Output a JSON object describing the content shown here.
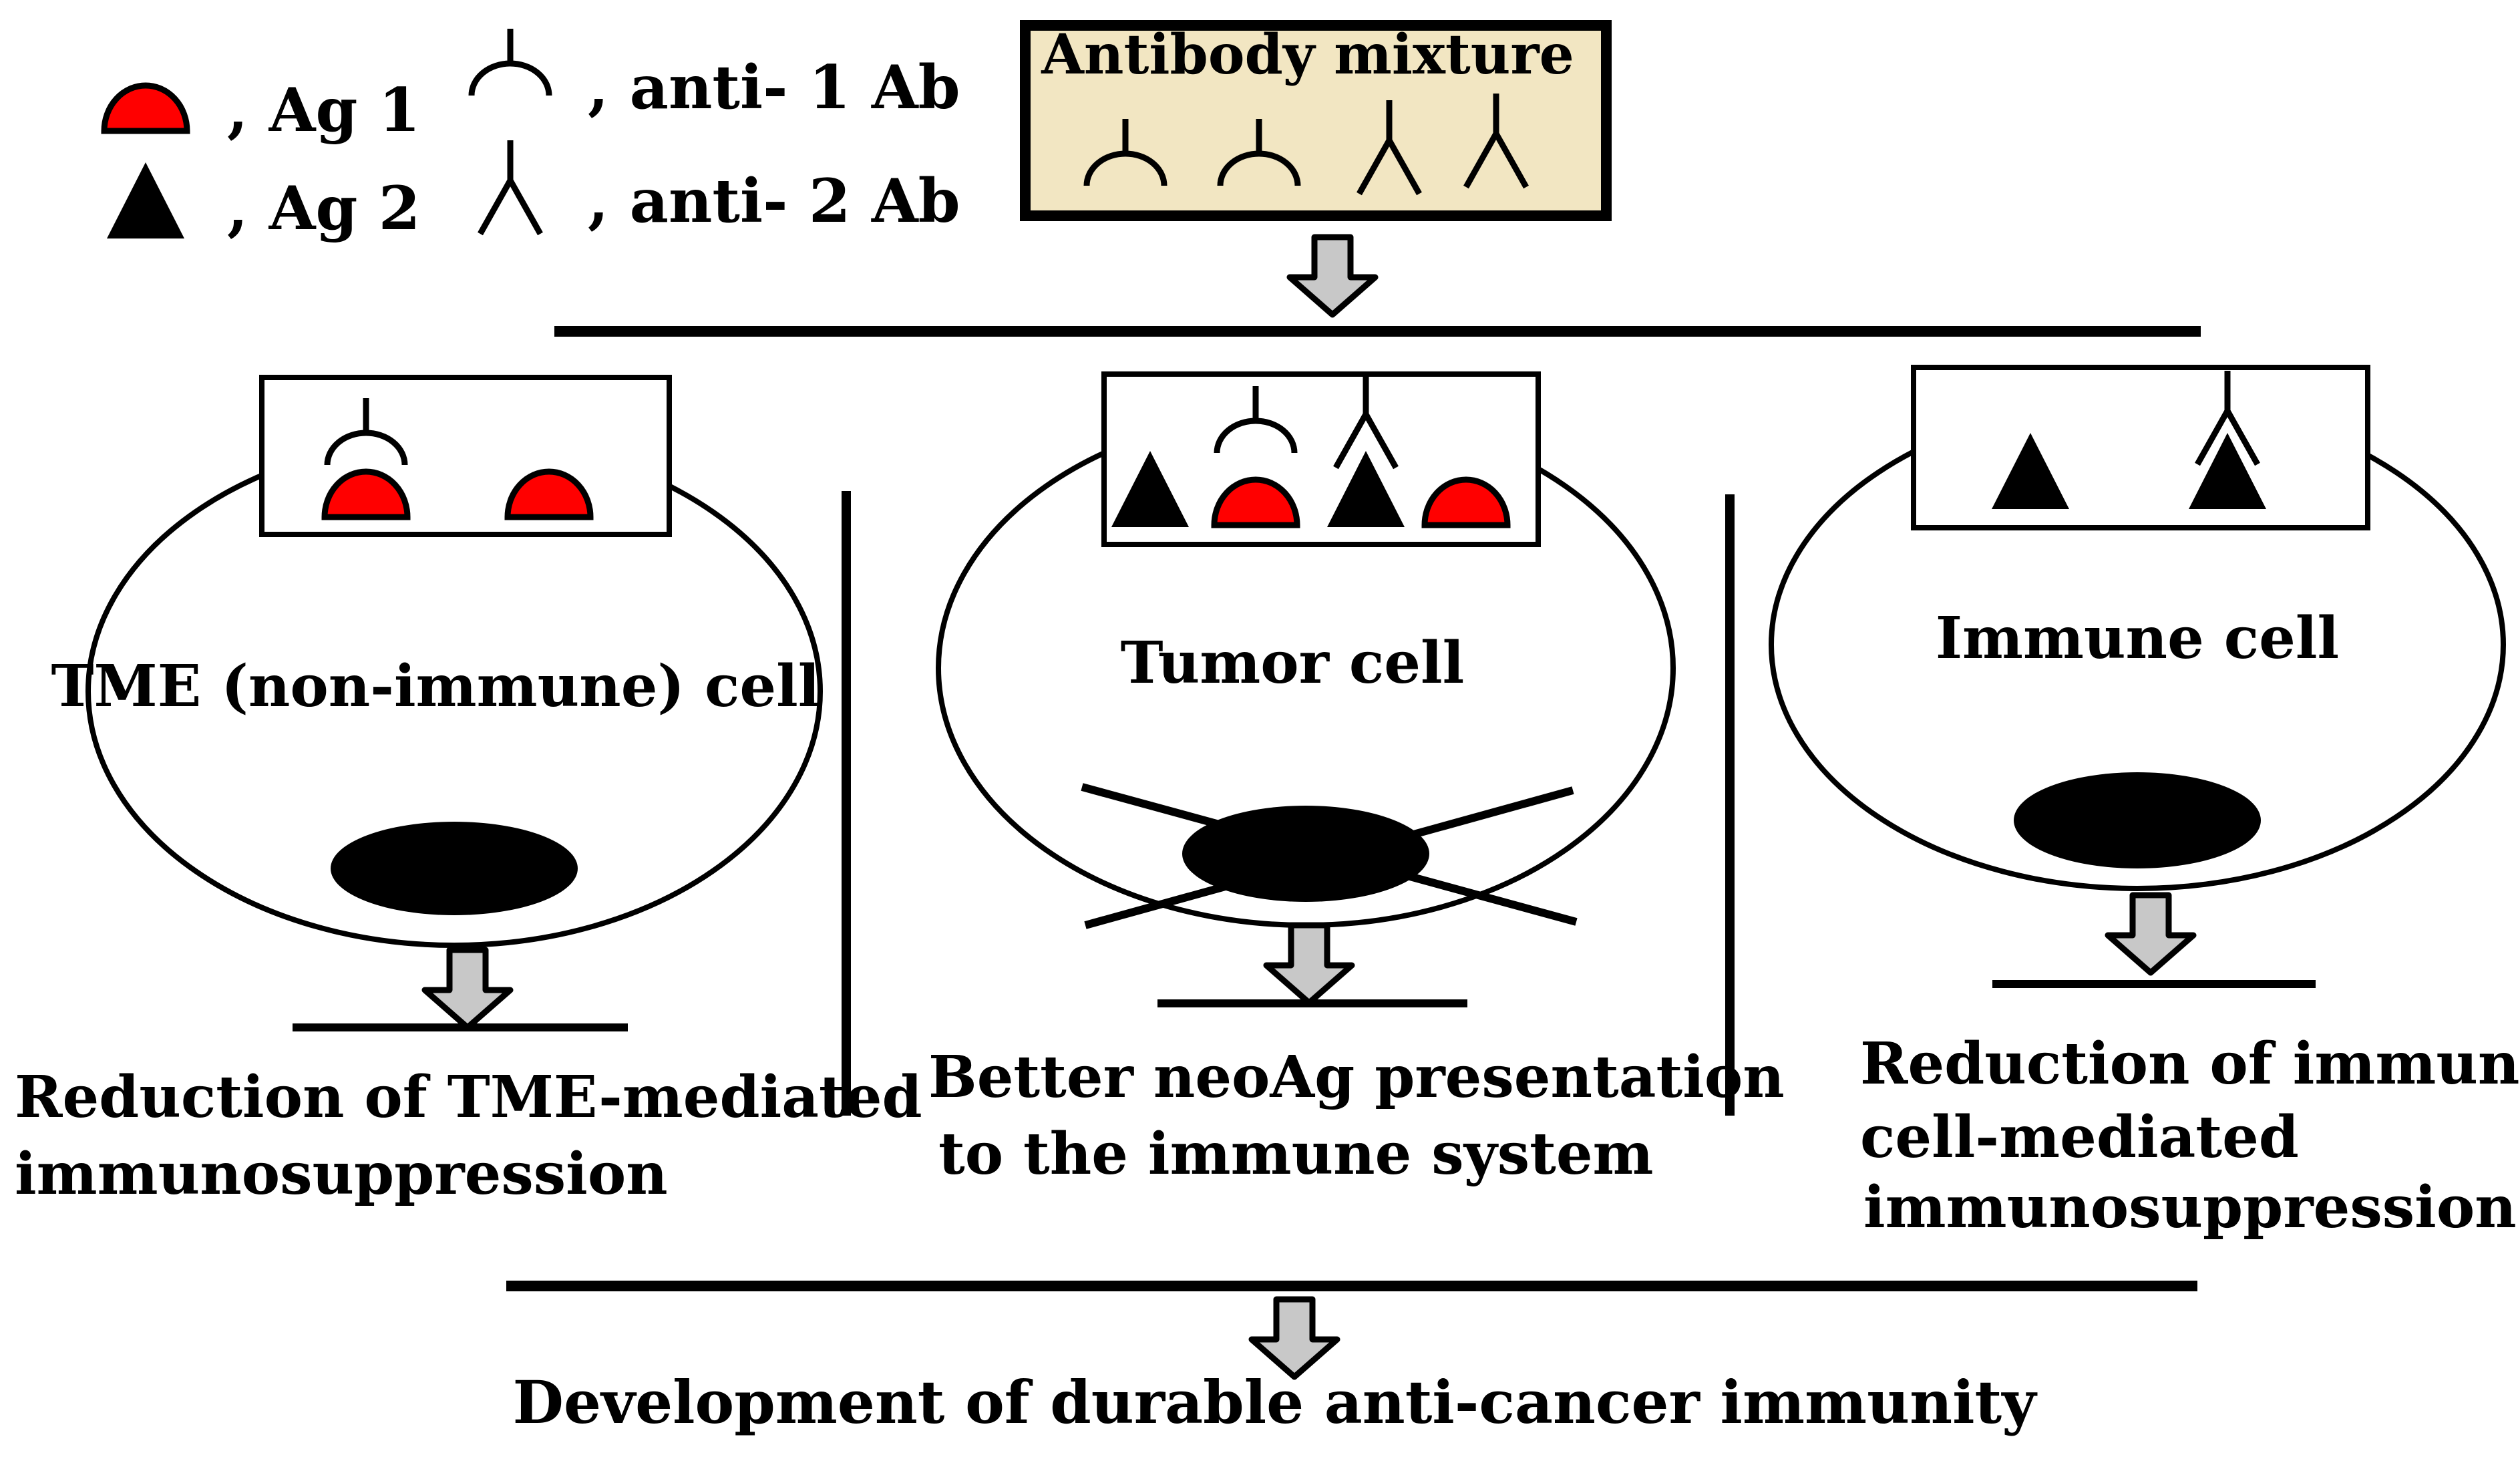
{
  "legend": {
    "ag1": ", Ag 1",
    "ag2": ", Ag 2",
    "anti1": ", anti- 1 Ab",
    "anti2": ", anti- 2 Ab"
  },
  "mixture": {
    "title": "Antibody mixture"
  },
  "cells": {
    "tme": {
      "label": "TME (non-immune) cell",
      "outcome": [
        "Reduction of TME-mediated",
        "immunosuppression"
      ]
    },
    "tumor": {
      "label": "Tumor cell",
      "outcome": [
        "Better neoAg presentation",
        "to the immune system"
      ]
    },
    "immune": {
      "label": "Immune cell",
      "outcome": [
        "Reduction of immune",
        "cell-mediated",
        "immunosuppression"
      ]
    }
  },
  "final": {
    "label": "Development of durable anti-cancer immunity"
  },
  "colors": {
    "ag1_fill": "#ff0000",
    "ag2_fill": "#000000",
    "mixture_box_fill": "#f2e6c2",
    "arrow_fill": "#c8c8c8",
    "line": "#000000"
  }
}
